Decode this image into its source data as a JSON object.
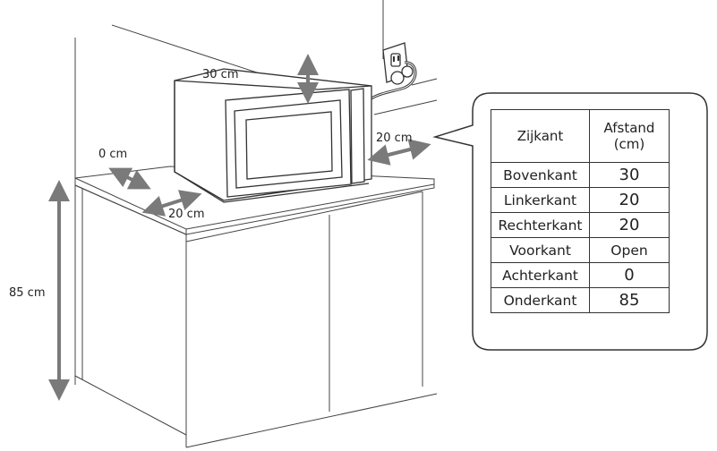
{
  "dimensions": {
    "top": "30 cm",
    "left": "0 cm",
    "front": "20 cm",
    "right": "20 cm",
    "bottom": "85 cm"
  },
  "table": {
    "header": {
      "side": "Zijkant",
      "distance_line1": "Afstand",
      "distance_line2": "(cm)"
    },
    "rows": [
      {
        "side": "Bovenkant",
        "value": "30"
      },
      {
        "side": "Linkerkant",
        "value": "20"
      },
      {
        "side": "Rechterkant",
        "value": "20"
      },
      {
        "side": "Voorkant",
        "value": "Open"
      },
      {
        "side": "Achterkant",
        "value": "0"
      },
      {
        "side": "Onderkant",
        "value": "85"
      }
    ]
  }
}
